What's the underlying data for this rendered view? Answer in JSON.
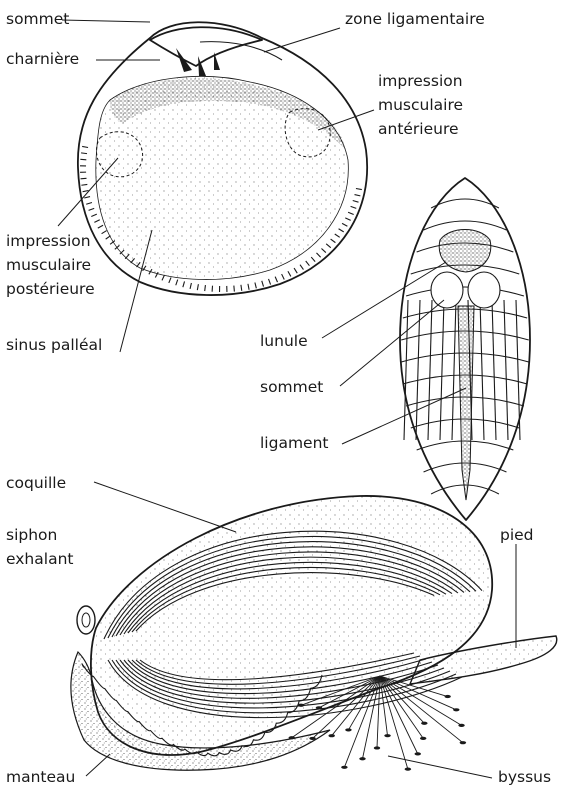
{
  "labels": {
    "sommet_top": "sommet",
    "charniere": "charnière",
    "zone_ligamentaire": "zone ligamentaire",
    "imp_ant_1": "impression",
    "imp_ant_2": "musculaire",
    "imp_ant_3": "antérieure",
    "imp_post_1": "impression",
    "imp_post_2": "musculaire",
    "imp_post_3": "postérieure",
    "sinus_palleal": "sinus palléal",
    "lunule": "lunule",
    "sommet_mid": "sommet",
    "ligament": "ligament",
    "coquille": "coquille",
    "siphon_1": "siphon",
    "siphon_2": "exhalant",
    "pied": "pied",
    "manteau": "manteau",
    "byssus": "byssus"
  }
}
